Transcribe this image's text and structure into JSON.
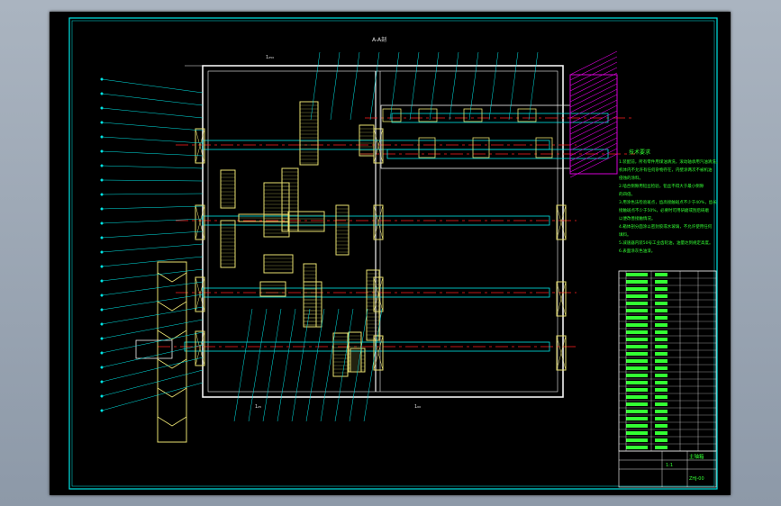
{
  "drawing": {
    "view_title": "A-A剖",
    "dimension_labels": [
      "1₂₅₀",
      "1₀₀",
      "1₂₅"
    ],
    "tech_requirements_title": "技术要求",
    "tech_requirements": [
      "1.装配前，所有零件用煤油清洗，滚动轴承用汽油清洗，",
      "  机体内不允许有任何杂物存在，内壁涂两次不被机油",
      "  侵蚀的涂料。",
      "2.啮合侧隙用铅丝检验，铅丝不得大于最小侧隙",
      "  的四倍。",
      "3.用涂色法检验斑点，齿高接触斑点不少于40%，齿长",
      "  接触斑点不少于50%，必要时可用研磨或刮后研磨",
      "  以便改善接触情况。",
      "4.箱体剖分面涂以密封胶或水玻璃，不允许使用任何",
      "  填料。",
      "5.减速器内装50号工业齿轮油，油量达到规定高度。",
      "6.表面涂灰色油漆。"
    ],
    "title_block": {
      "name": "主轴箱",
      "scale": "1:1",
      "drawing_no": "ZHJ-00"
    }
  },
  "colors": {
    "background": "#000000",
    "border": "#00e5e5",
    "gear": "#e8e070",
    "section": "#f2f2f2",
    "centerline": "#ff2020",
    "leader": "#00e5e5",
    "text": "#33ff33",
    "hatch": "#d400d4"
  }
}
